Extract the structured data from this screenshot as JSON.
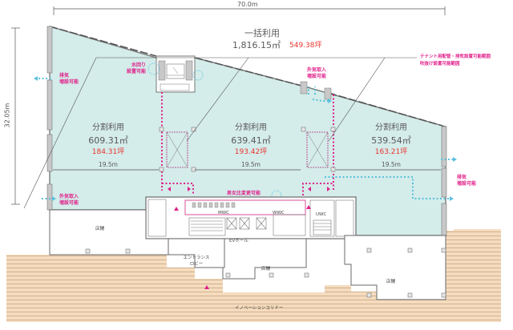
{
  "dimensions": {
    "width_label": "70.0m",
    "height_label": "32.05m"
  },
  "whole_floor": {
    "title": "一括利用",
    "area_sqm": "1,816.15㎡",
    "area_tsubo": "549.38坪"
  },
  "divisions": [
    {
      "title": "分割利用",
      "area_sqm": "609.31㎡",
      "area_tsubo": "184.31坪",
      "depth": "19.5m"
    },
    {
      "title": "分割利用",
      "area_sqm": "639.41㎡",
      "area_tsubo": "193.42坪",
      "depth": "19.5m"
    },
    {
      "title": "分割利用",
      "area_sqm": "539.54㎡",
      "area_tsubo": "163.21坪",
      "depth": "19.5m"
    }
  ],
  "annotations": {
    "exhaust_left": "排気\n増設可能",
    "water_area": "水回り\n設置可能",
    "intake_top": "外気取入\n増設可能",
    "tenant_range_line1": "テナント用配管・排気設置可能範囲",
    "tenant_range_line2": "吹抜け設置可能範囲",
    "intake_left": "外気取入\n増設可能",
    "exhaust_right": "排気\n増設可能",
    "gender_change": "男女比変更可能"
  },
  "core": {
    "mwc": "MWC",
    "wwc": "WWC",
    "uwc": "UWC",
    "ev_hall": "EVホール",
    "entrance_lobby": "エントランス\nロビー"
  },
  "shops": [
    "店舗",
    "店舗",
    "店舗"
  ],
  "corridor": "イノベーションコリドー",
  "colors": {
    "floor": "#d4ecea",
    "wall": "#c8c8c8",
    "pink": "#e0208a",
    "cyan": "#5bc0de",
    "red": "#e8352f",
    "deck": "#f5dcc0",
    "deck_line": "#c9a87e"
  }
}
